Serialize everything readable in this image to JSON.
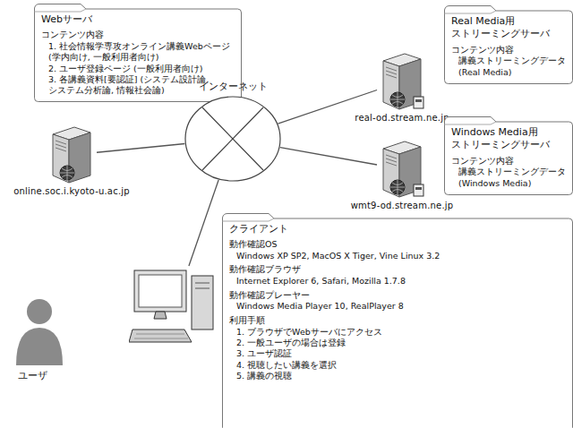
{
  "diagram": {
    "nodes": [
      {
        "text": [
          "Webサーバ",
          "コンテンツ内容",
          "1. 社会情報学専攻オンライン講義Webページ (学内向け, 一般利用者向け)",
          "2. ユーザ登録ページ (一般利用者向け)",
          "3. 各講義資料[要認証] (システム設計論, システム分析論, 情報社会論)"
        ]
      },
      {
        "text": [
          "online.soc.i.kyoto-u.ac.jp"
        ]
      },
      {
        "text": [
          "インターネット"
        ]
      },
      {
        "text": [
          "real-od.stream.ne.jp"
        ]
      },
      {
        "text": [
          "Real Media用 ストリーミングサーバ",
          "コンテンツ内容",
          "講義ストリーミングデータ (Real Media)"
        ]
      },
      {
        "text": [
          "wmt9-od.stream.ne.jp"
        ]
      },
      {
        "text": [
          "Windows Media用 ストリーミングサーバ",
          "コンテンツ内容",
          "講義ストリーミングデータ (Windows Media)"
        ]
      },
      {
        "text": [
          "ユーザ"
        ]
      },
      {
        "text": [
          "クライアント",
          "動作確認OS",
          "Windows XP SP2, MacOS X Tiger, Vine Linux 3.2",
          "動作確認ブラウザ",
          "Internet Explorer 6, Safari, Mozilla 1.7.8",
          "動作確認プレーヤー",
          "Windows Media Player 10, RealPlayer 8",
          "利用手順",
          "1. ブラウザでWebサーバにアクセス",
          "2. 一般ユーザの場合は登録",
          "3. ユーザ認証",
          "4. 視聴したい講義を選択",
          "5. 講義の視聴"
        ]
      }
    ],
    "edges": [
      {
        "from": 2,
        "to": 1,
        "arrow": "none"
      },
      {
        "from": 2,
        "to": 3,
        "arrow": "none"
      },
      {
        "from": 2,
        "to": 5,
        "arrow": "none"
      },
      {
        "from": 2,
        "to": 7,
        "arrow": "none"
      }
    ]
  }
}
